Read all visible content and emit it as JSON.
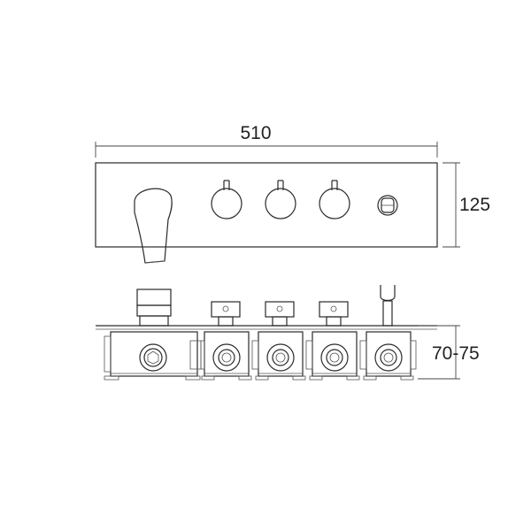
{
  "dimensions": {
    "width": "510",
    "height": "125",
    "depth": "70-75"
  },
  "colors": {
    "line": "#2a2a2a",
    "background": "#ffffff"
  }
}
